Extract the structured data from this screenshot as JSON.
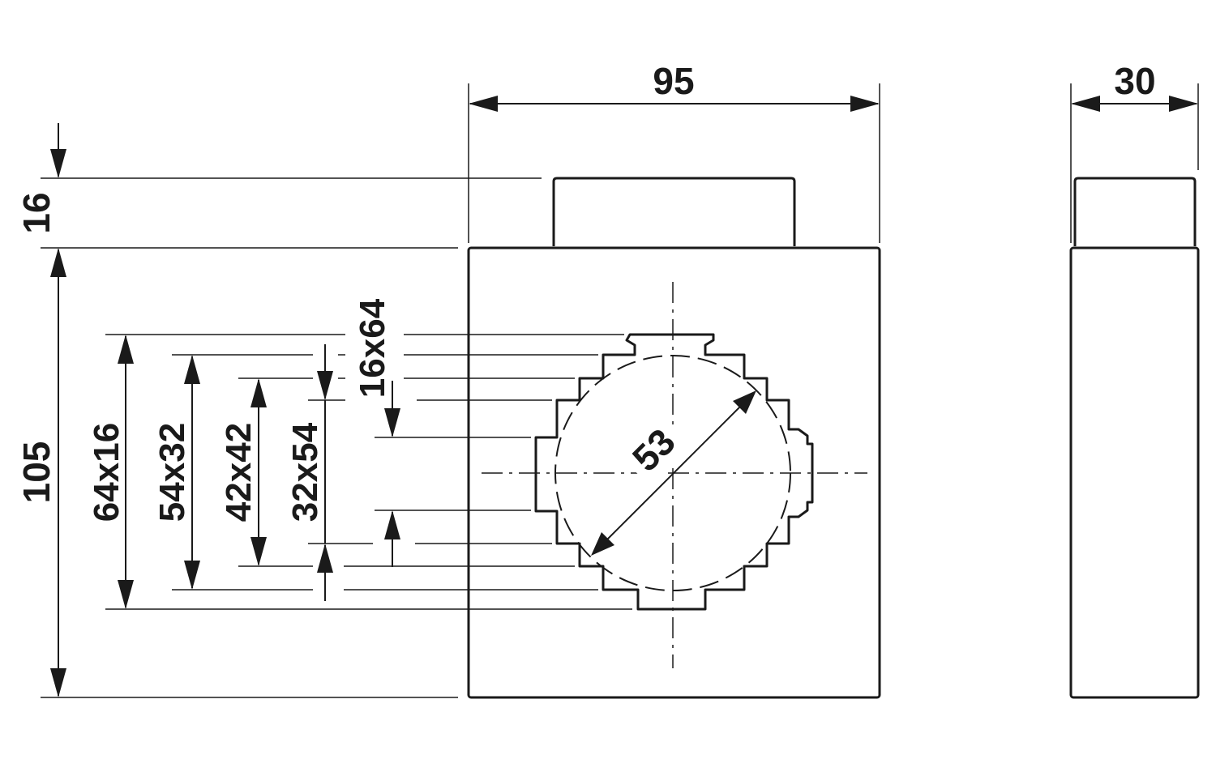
{
  "drawing": {
    "front_view": {
      "width_label": "95",
      "top_height_label": "16",
      "body_height_label": "105",
      "diameter_label": "53"
    },
    "side_view": {
      "depth_label": "30"
    },
    "busbar_openings": [
      {
        "label": "64x16"
      },
      {
        "label": "54x32"
      },
      {
        "label": "42x42"
      },
      {
        "label": "32x54"
      },
      {
        "label": "16x64"
      }
    ]
  }
}
